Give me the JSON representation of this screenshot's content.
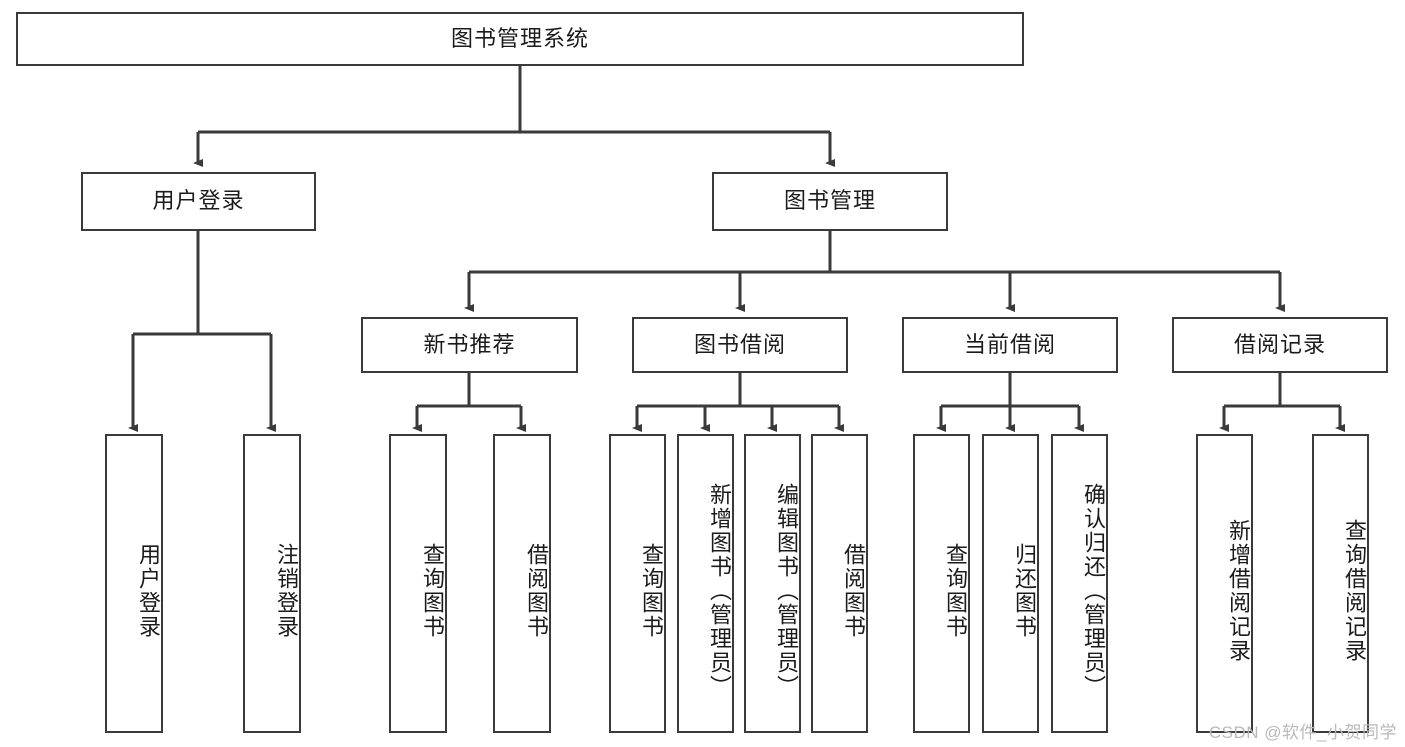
{
  "diagram": {
    "title": "图书管理系统",
    "watermark": "CSDN @软件_小贺同学",
    "colors": {
      "border": "#3a3a3a",
      "background": "#ffffff",
      "text": "#1b1b1b",
      "edge": "#3a3a3a",
      "watermark": "#b9b9b9"
    },
    "root": {
      "label": "图书管理系统"
    },
    "level2": [
      {
        "label": "用户登录"
      },
      {
        "label": "图书管理"
      }
    ],
    "level3": [
      {
        "label": "新书推荐"
      },
      {
        "label": "图书借阅"
      },
      {
        "label": "当前借阅"
      },
      {
        "label": "借阅记录"
      }
    ],
    "leaves": {
      "user_login": [
        {
          "label": "用户登录"
        },
        {
          "label": "注销登录"
        }
      ],
      "new_book": [
        {
          "label": "查询图书"
        },
        {
          "label": "借阅图书"
        }
      ],
      "book_borrow": [
        {
          "label": "查询图书"
        },
        {
          "label": "新增图书（管理员）"
        },
        {
          "label": "编辑图书（管理员）"
        },
        {
          "label": "借阅图书"
        }
      ],
      "current_borrow": [
        {
          "label": "查询图书"
        },
        {
          "label": "归还图书"
        },
        {
          "label": "确认归还（管理员）"
        }
      ],
      "borrow_record": [
        {
          "label": "新增借阅记录"
        },
        {
          "label": "查询借阅记录"
        }
      ]
    }
  }
}
